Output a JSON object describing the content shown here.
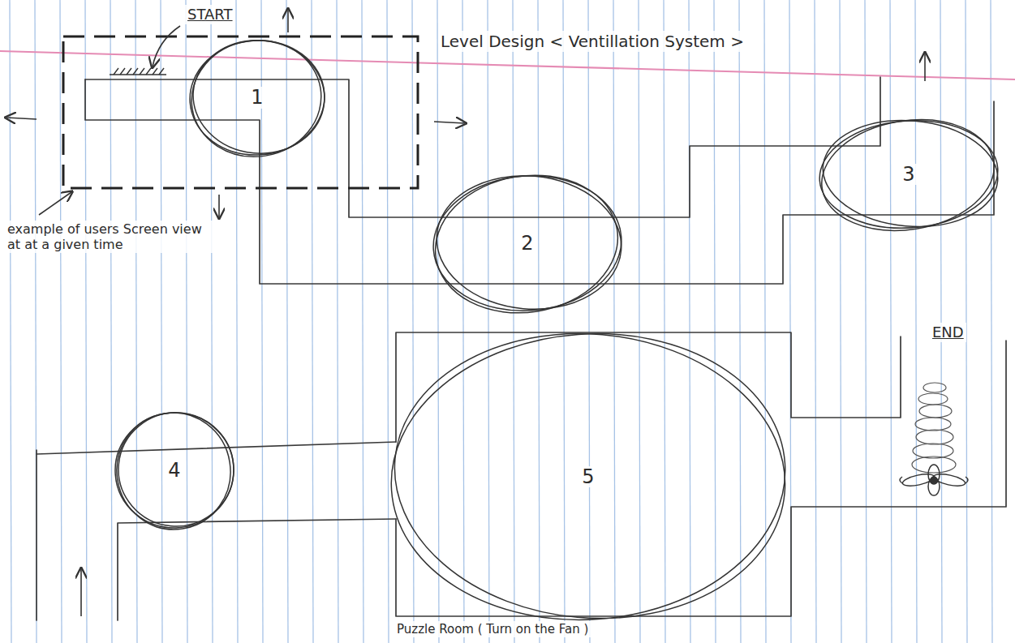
{
  "diagram": {
    "title": "Level Design < Ventillation System >",
    "nodes": [
      {
        "text": [
          "1"
        ]
      },
      {
        "text": [
          "2"
        ]
      },
      {
        "text": [
          "3"
        ]
      },
      {
        "text": [
          "4"
        ]
      },
      {
        "text": [
          "5"
        ]
      }
    ],
    "labels": [
      "START",
      "example of users Screen view at at a given time",
      "END",
      "Puzzle Room ( Turn on the Fan )"
    ]
  }
}
